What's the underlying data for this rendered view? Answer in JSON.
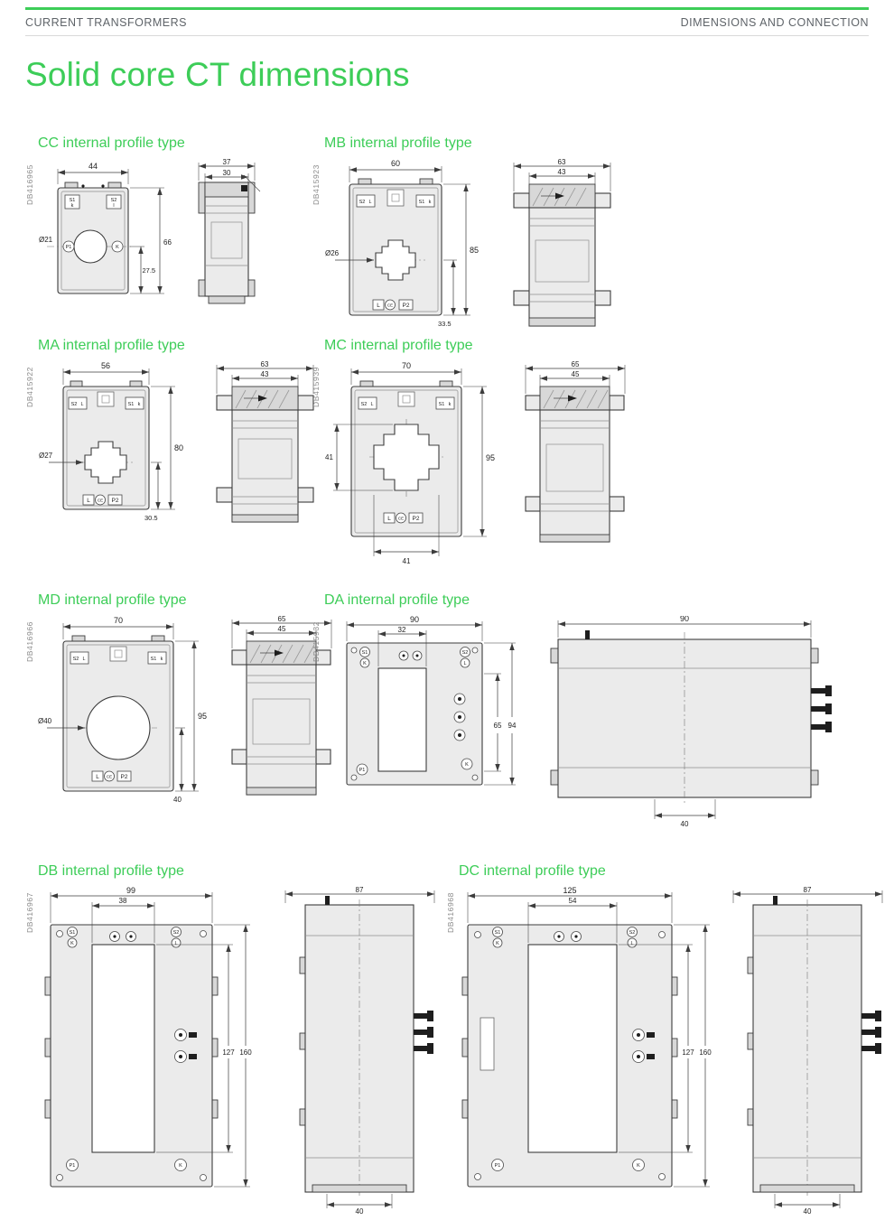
{
  "header": {
    "left": "CURRENT TRANSFORMERS",
    "right": "DIMENSIONS AND CONNECTION"
  },
  "page_title": "Solid core CT dimensions",
  "colors": {
    "accent_green": "#3dcd58",
    "header_text": "#5f6469",
    "drawing_line": "#3c3c3c",
    "body_fill": "#ebebeb"
  },
  "terminals": {
    "s1": "S1",
    "s2": "S2",
    "k_low": "k",
    "l_low": "l",
    "K": "K",
    "L": "L",
    "P1": "P1",
    "P2": "P2",
    "ce": "CE"
  },
  "sections": [
    {
      "id": "cc",
      "title": "CC internal profile type",
      "ref": "DB416965",
      "front": {
        "width": "44",
        "height": "66",
        "center_to_bottom": "27.5",
        "hole": "Ø21"
      },
      "side": {
        "outer": "37",
        "inner": "30"
      }
    },
    {
      "id": "mb",
      "title": "MB internal profile type",
      "ref": "DB415923",
      "front": {
        "width": "60",
        "height": "85",
        "center_to_bottom": "33.5",
        "hole": "Ø26"
      },
      "side": {
        "outer": "63",
        "inner": "43"
      }
    },
    {
      "id": "ma",
      "title": "MA internal profile type",
      "ref": "DB415922",
      "front": {
        "width": "56",
        "height": "80",
        "center_to_bottom": "30.5",
        "hole": "Ø27"
      },
      "side": {
        "outer": "63",
        "inner": "43"
      }
    },
    {
      "id": "mc",
      "title": "MC internal profile type",
      "ref": "DB415939",
      "front": {
        "width": "70",
        "height": "95",
        "hole_height": "41",
        "hole_width": "41"
      },
      "side": {
        "outer": "65",
        "inner": "45"
      }
    },
    {
      "id": "md",
      "title": "MD internal profile type",
      "ref": "DB416966",
      "front": {
        "width": "70",
        "height": "95",
        "center_to_bottom": "40",
        "hole": "Ø40"
      },
      "side": {
        "outer": "65",
        "inner": "45"
      }
    },
    {
      "id": "da",
      "title": "DA internal profile type",
      "ref": "DB415932",
      "front": {
        "width": "90",
        "window": "32",
        "inner_height": "65",
        "height": "94"
      },
      "side": {
        "depth": "90",
        "base": "40"
      }
    },
    {
      "id": "db",
      "title": "DB internal profile type",
      "ref": "DB416967",
      "front": {
        "width": "99",
        "window": "38",
        "window_height": "127",
        "height": "160"
      },
      "side": {
        "depth": "87",
        "base": "40"
      }
    },
    {
      "id": "dc",
      "title": "DC internal profile type",
      "ref": "DB416968",
      "front": {
        "width": "125",
        "window": "54",
        "window_height": "127",
        "height": "160"
      },
      "side": {
        "depth": "87",
        "base": "40"
      }
    }
  ]
}
